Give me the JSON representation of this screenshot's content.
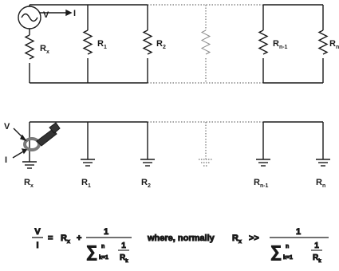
{
  "top_circuit": {
    "source_labels": {
      "voltage": "V",
      "current": "I"
    },
    "resistors": [
      {
        "main": "R",
        "sub": "x"
      },
      {
        "main": "R",
        "sub": "1"
      },
      {
        "main": "R",
        "sub": "2"
      },
      {
        "main": "R",
        "sub": "n-1"
      },
      {
        "main": "R",
        "sub": "n"
      }
    ]
  },
  "ground_diagram": {
    "probe_labels": {
      "voltage": "V",
      "current": "I"
    },
    "electrodes": [
      {
        "main": "R",
        "sub": "x"
      },
      {
        "main": "R",
        "sub": "1"
      },
      {
        "main": "R",
        "sub": "2"
      },
      {
        "main": "R",
        "sub": "n-1"
      },
      {
        "main": "R",
        "sub": "n"
      }
    ]
  },
  "equation": {
    "lhs_num": "V",
    "lhs_den": "I",
    "equals": "=",
    "rx_main": "R",
    "rx_sub": "x",
    "plus": "+",
    "frac_num": "1",
    "sum_symbol": "∑",
    "sum_upper": "n",
    "sum_lower": "k=1",
    "inner_num": "1",
    "inner_den_main": "R",
    "inner_den_sub": "k",
    "where_text": "where, normally",
    "rx2_main": "R",
    "rx2_sub": "x",
    "gg": ">>",
    "frac2_num": "1",
    "sum2_symbol": "∑",
    "sum2_upper": "n",
    "sum2_lower": "k=1",
    "inner2_num": "1",
    "inner2_den_main": "R",
    "inner2_den_sub": "k"
  },
  "colors": {
    "wire": "#1a1a1a",
    "dotted_wire": "#888888",
    "probe_body": "#333333",
    "probe_ring": "#7a7a7a"
  }
}
